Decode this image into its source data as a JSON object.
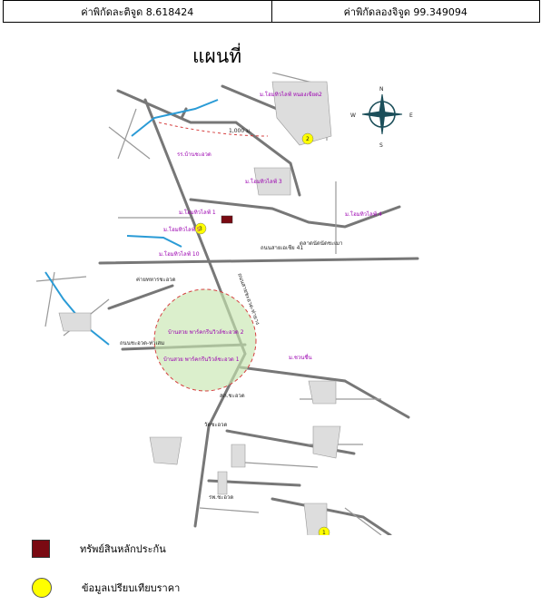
{
  "header": {
    "latitude": "ค่าพิกัดละติจูด 8.618424",
    "longitude": "ค่าพิกัดลองจิจูด 99.349094"
  },
  "title": "แผนที่",
  "compass": {
    "n": "N",
    "s": "S",
    "e": "E",
    "w": "W"
  },
  "map_labels": {
    "village_2": "ม.โฮมทิวไลฟ์ หนองเขียด2",
    "scale": "1,000 ม.",
    "school": "รร.บ้านชะอวด",
    "village_3": "ม.โฮมทิวไลฟ์ 3",
    "village_1": "ม.โฮมทิวไลฟ์ 1",
    "village_4": "ม.โฮมทิวไลฟ์ 4",
    "village_5": "ม.โฮมทิวไลฟ์ 5",
    "village_10": "ม.โฮมทิวไลฟ์ 10",
    "market": "ตลาดนัดนัดชะเมา",
    "highway": "ถนนสายเอเชีย 41",
    "main_road": "ถนนสายชะอวด-ท่ายาง",
    "road_2": "ถนนชะอวด-ท่าเสม",
    "village_ta": "บ้านสวย พาร์คกรีนวิวล์ชะอวด 2",
    "village_tb": "บ้านสวย พาร์คกรีนวิวล์ชะอวด 1",
    "camp": "ค่ายทหารชะอวด",
    "village_chuan": "ม.ชวนชื่น",
    "police": "สภ.ชะอวด",
    "temple": "วัดชะอวด",
    "hospital": "รพ.ชะอวด",
    "comp_1": "1",
    "comp_2": "2",
    "comp_3": "3"
  },
  "legend": {
    "collateral": "ทรัพย์สินหลักประกัน",
    "comparable": "ข้อมูลเปรียบเทียบราคา"
  },
  "colors": {
    "road": "#777777",
    "river": "#2a9bd6",
    "label": "#9b00b0",
    "collateral": "#7a0a12",
    "comparable": "#ffff00",
    "radius": "#c8e6b0"
  }
}
